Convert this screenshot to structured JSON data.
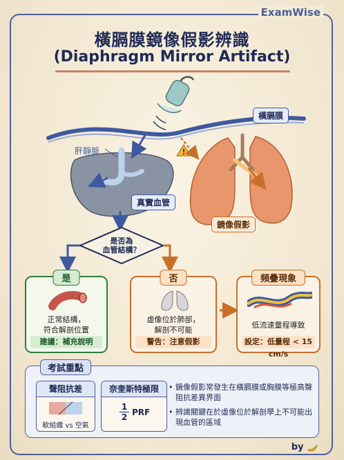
{
  "brand": "ExamWise",
  "title": {
    "main": "橫膈膜鏡像假影辨識",
    "sub": "(Diaphragm Mirror Artifact)"
  },
  "labels": {
    "diaphragm": "橫膈膜",
    "hepatic_vein": "肝靜脈",
    "real_vessel": "真實血管",
    "mirror_artifact": "鏡像假影",
    "warning_symbol": "!"
  },
  "decision": {
    "question_line1": "是否為",
    "question_line2": "血管結構？"
  },
  "yes_box": {
    "head": "是",
    "text_line1": "正常結構，",
    "text_line2": "符合解剖位置",
    "foot": "建議：補充說明"
  },
  "no_box": {
    "head": "否",
    "text_line1": "虛像位於肺部，",
    "text_line2": "解剖不可能",
    "foot": "警告：注意假影"
  },
  "aliasing_box": {
    "head": "頻疊現象",
    "text": "低流速量程導致",
    "foot": "設定：低量程 < 15 cm/s"
  },
  "exam": {
    "title": "考試重點",
    "impedance": {
      "head": "聲阻抗差",
      "caption": "軟組織 vs 空氣"
    },
    "nyquist": {
      "head": "奈奎斯特極限",
      "numerator": "1",
      "denominator": "2",
      "unit": "PRF"
    },
    "points": [
      "鏡像假影常發生在橫膈膜或胸膜等極高聲阻抗差異界面",
      "辨識關鍵在於虛像位於解剖學上不可能出現血管的區域"
    ]
  },
  "byline": "by",
  "colors": {
    "navy": "#1f2a55",
    "blue": "#3d5aa0",
    "orange": "#c8702a",
    "green": "#2f7d3a",
    "liver": "#8a93a4",
    "lung": "#e08a5e"
  },
  "icons": [
    "ultrasound-probe-icon",
    "warning-triangle-icon",
    "vessel-icon",
    "lung-icon",
    "doppler-wave-icon",
    "banana-icon"
  ]
}
